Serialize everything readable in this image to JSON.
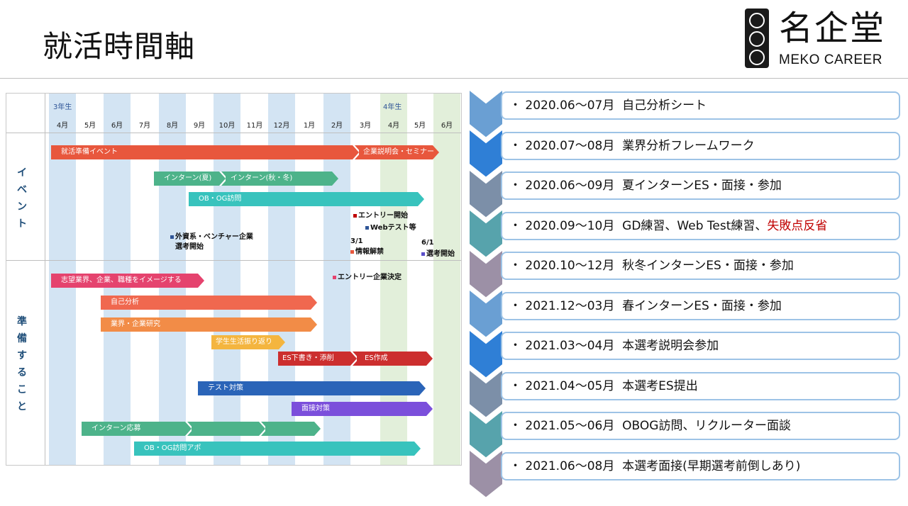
{
  "header": {
    "title": "就活時間軸",
    "logo_name": "名企堂",
    "logo_sub": "MEKO CAREER"
  },
  "timeline": {
    "year_labels": {
      "third": "3年生",
      "fourth": "4年生"
    },
    "months": [
      "4月",
      "5月",
      "6月",
      "7月",
      "8月",
      "9月",
      "10月",
      "11月",
      "12月",
      "1月",
      "2月",
      "3月",
      "4月",
      "5月",
      "6月"
    ],
    "sections": {
      "events": "イベント",
      "preparation": "準備すること"
    },
    "events": [
      {
        "label": "就活準備イベント",
        "color": "#e8573d"
      },
      {
        "label": "企業説明会・セミナー",
        "color": "#e8573d"
      },
      {
        "label": "インターン(夏)",
        "color": "#4db38a"
      },
      {
        "label": "インターン(秋・冬)",
        "color": "#4db38a"
      },
      {
        "label": "OB・OG訪問",
        "color": "#38c3bd"
      }
    ],
    "notes": {
      "entry_open": "エントリー開始",
      "web_test": "Webテスト等",
      "foreign_1": "外資系・ベンチャー企業",
      "foreign_2": "選考開始",
      "info_date": "3/1",
      "info_label": "情報解禁",
      "select_date": "6/1",
      "select_label": "選考開始",
      "entry_decide": "エントリー企業決定"
    },
    "preparation": [
      {
        "label": "志望業界、企業、職種をイメージする",
        "color": "#e5436e"
      },
      {
        "label": "自己分析",
        "color": "#f0684f"
      },
      {
        "label": "業界・企業研究",
        "color": "#f28c47"
      },
      {
        "label": "学生生活振り返り",
        "color": "#f4b53f"
      },
      {
        "label": "ES下書き・添削",
        "color": "#cc2e2e"
      },
      {
        "label": "ES作成",
        "color": "#cc2e2e"
      },
      {
        "label": "テスト対策",
        "color": "#2a64b8"
      },
      {
        "label": "面接対策",
        "color": "#7b4fdb"
      },
      {
        "label": "インターン応募",
        "color": "#4db38a"
      },
      {
        "label": "OB・OG訪問アポ",
        "color": "#38c3bd"
      }
    ]
  },
  "schedule": [
    {
      "period": "・ 2020.06～07月",
      "task": "自己分析シート",
      "extra": "",
      "chevron": "#6a9fd3"
    },
    {
      "period": "・ 2020.07～08月",
      "task": "業界分析フレームワーク",
      "extra": "",
      "chevron": "#2f7fd6"
    },
    {
      "period": "・ 2020.06～09月",
      "task": "夏インターンES・面接・参加",
      "extra": "",
      "chevron": "#7c8fa8"
    },
    {
      "period": "・ 2020.09～10月",
      "task": "GD練習、Web Test練習、",
      "extra": "失敗点反省",
      "chevron": "#57a3ac"
    },
    {
      "period": "・ 2020.10～12月",
      "task": "秋冬インターンES・面接・参加",
      "extra": "",
      "chevron": "#9c90a6"
    },
    {
      "period": "・ 2021.12～03月",
      "task": "春インターンES・面接・参加",
      "extra": "",
      "chevron": "#6a9fd3"
    },
    {
      "period": "・ 2021.03～04月",
      "task": "本選考説明会参加",
      "extra": "",
      "chevron": "#2f7fd6"
    },
    {
      "period": "・ 2021.04～05月",
      "task": "本選考ES提出",
      "extra": "",
      "chevron": "#7c8fa8"
    },
    {
      "period": "・ 2021.05～06月",
      "task": "OBOG訪問、リクルーター面談",
      "extra": "",
      "chevron": "#57a3ac"
    },
    {
      "period": "・ 2021.06～08月",
      "task": "本選考面接(早期選考前倒しあり)",
      "extra": "",
      "chevron": "#9c90a6"
    }
  ]
}
